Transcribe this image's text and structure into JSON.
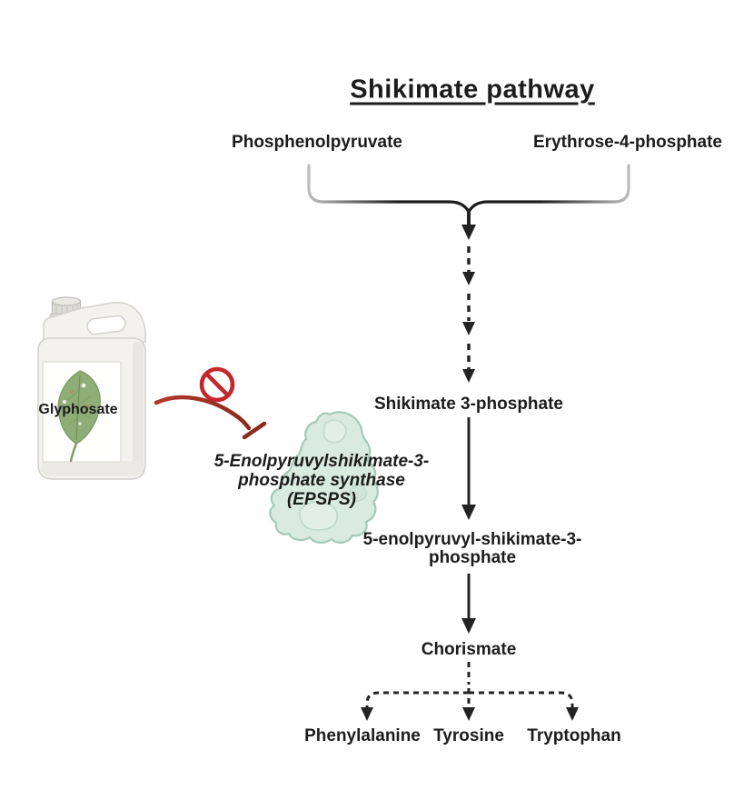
{
  "figure": {
    "title": "Shikimate pathway",
    "substrates": {
      "left": "Phosphenolpyruvate",
      "right": "Erythrose-4-phosphate"
    },
    "intermediates": {
      "shikimate_3_phosphate": "Shikimate 3-phosphate",
      "eps3p_lines": [
        "5-enolpyruvyl-shikimate-3-",
        "phosphate"
      ],
      "chorismate": "Chorismate"
    },
    "products": [
      "Phenylalanine",
      "Tyrosine",
      "Tryptophan"
    ],
    "herbicide": {
      "label": "Glyphosate"
    },
    "enzyme": {
      "lines": [
        "5-Enolpyruvylshikimate-3-",
        "phosphate synthase",
        "(EPSPS)"
      ]
    },
    "colors": {
      "arrow_black": "#232323",
      "prohibition_red": "#c3272b",
      "inhibition_red": "#9d2e22",
      "enzyme_fill": "#d9eae1",
      "enzyme_outline": "#a5c9b7",
      "leaf_green": "#8fae77",
      "jug_body": "#f3f2ee"
    }
  }
}
